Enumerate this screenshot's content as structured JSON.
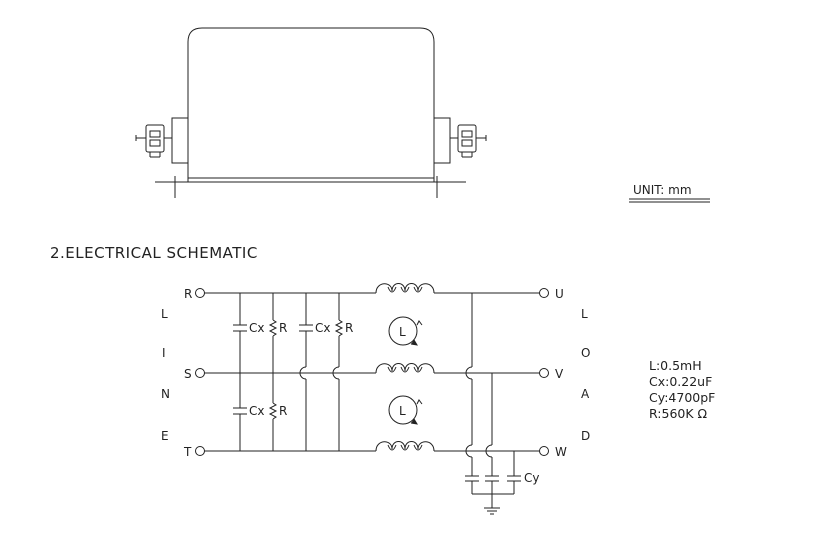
{
  "unit": {
    "label": "UNIT:  mm"
  },
  "section": {
    "title": "2.ELECTRICAL  SCHEMATIC"
  },
  "line_side": {
    "letters": [
      "L",
      "I",
      "N",
      "E"
    ]
  },
  "load_side": {
    "letters": [
      "L",
      "O",
      "A",
      "D"
    ]
  },
  "terminals": {
    "input": [
      "R",
      "S",
      "T"
    ],
    "output": [
      "U",
      "V",
      "W"
    ]
  },
  "components": {
    "cx": "Cx",
    "r": "R",
    "cy": "Cy",
    "inductor": "L"
  },
  "specs": [
    "L:0.5mH",
    "Cx:0.22uF",
    "Cy:4700pF",
    "R:560K  Ω"
  ],
  "colors": {
    "line": "#222222",
    "background": "#ffffff"
  }
}
